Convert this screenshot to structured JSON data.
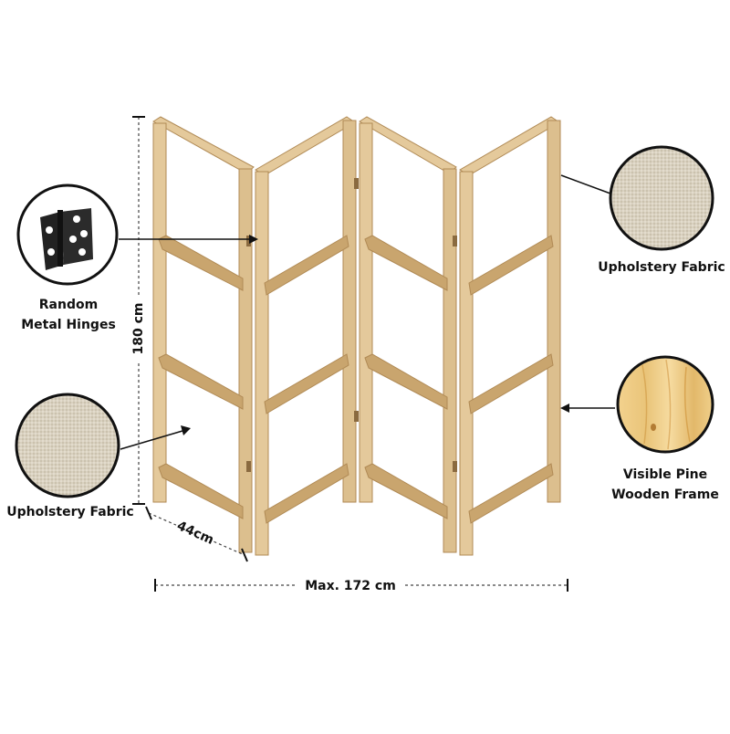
{
  "labels": {
    "hinges_line1": "Random",
    "hinges_line2": "Metal Hinges",
    "fabric_left": "Upholstery Fabric",
    "fabric_right": "Upholstery Fabric",
    "pine_line1": "Visible Pine",
    "pine_line2": "Wooden Frame",
    "height": "180 cm",
    "depth": "44cm",
    "width": "Max. 172 cm"
  },
  "colors": {
    "wood_face": "#e4c99b",
    "wood_side": "#c9a56e",
    "wood_edge": "#b08a55",
    "fabric": "#d8d0bf",
    "pine": "#eecd88",
    "hinge": "#222222",
    "outline": "#111111",
    "dim_line": "#444444"
  },
  "icons": [
    "hinge-icon",
    "fabric-swatch-icon",
    "pine-wood-icon"
  ]
}
